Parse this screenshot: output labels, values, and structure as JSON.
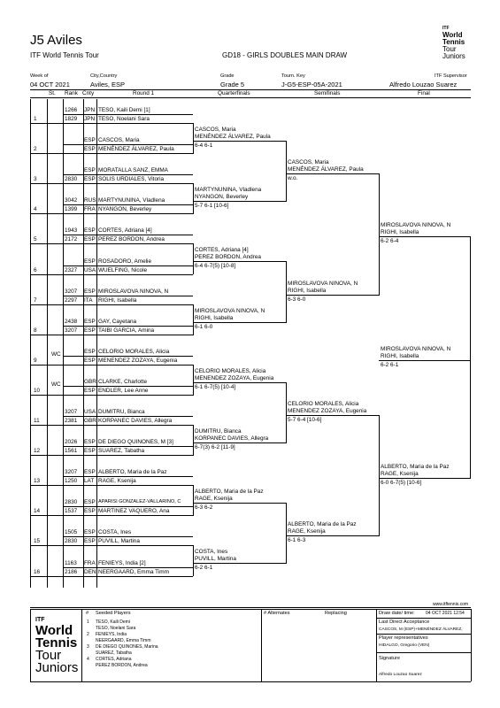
{
  "header": {
    "title": "J5 Aviles",
    "tour": "ITF World Tennis Tour",
    "event": "GD18 - GIRLS DOUBLES MAIN DRAW",
    "week_label": "Week of",
    "week": "04 OCT 2021",
    "city_label": "City,Country",
    "city": "Aviles, ESP",
    "grade_label": "Grade",
    "grade": "Grade 5",
    "key_label": "Tourn. Key",
    "key": "J-G5-ESP-05A-2021",
    "sup_label": "ITF Supervisor",
    "sup": "Alfredo Louzao Suarez"
  },
  "logo": {
    "itf": "ITF",
    "world": "World",
    "tennis": "Tennis",
    "tour": "Tour",
    "juniors": "Juniors"
  },
  "columns": {
    "st": "St.",
    "rank": "Rank",
    "cnty": "Cnty",
    "r1": "Round 1",
    "qf": "Quarterfinals",
    "sf": "Semifinals",
    "f": "Final"
  },
  "draw": [
    {
      "no": "1",
      "st": "",
      "p1": {
        "rank": "1266",
        "cnty": "JPN",
        "name": "TESO, Kaili Demi [1]"
      },
      "p2": {
        "rank": "1829",
        "cnty": "JPN",
        "name": "TESO, Noelani Sara"
      }
    },
    {
      "no": "2",
      "st": "",
      "p1": {
        "rank": "",
        "cnty": "ESP",
        "name": "CASCOS, Maria"
      },
      "p2": {
        "rank": "",
        "cnty": "ESP",
        "name": "MENÉNDEZ ÁLVAREZ, Paula"
      }
    },
    {
      "no": "3",
      "st": "",
      "p1": {
        "rank": "",
        "cnty": "ESP",
        "name": "MORATALLA SANZ, EMMA"
      },
      "p2": {
        "rank": "2830",
        "cnty": "ESP",
        "name": "SOLIS URDIALES, Vitoria"
      }
    },
    {
      "no": "4",
      "st": "",
      "p1": {
        "rank": "3042",
        "cnty": "RUS",
        "name": "MARTYNUNINA, Vladlena"
      },
      "p2": {
        "rank": "1399",
        "cnty": "FRA",
        "name": "NYANGON, Beverley"
      }
    },
    {
      "no": "5",
      "st": "",
      "p1": {
        "rank": "1943",
        "cnty": "ESP",
        "name": "CORTES, Adriana [4]"
      },
      "p2": {
        "rank": "2172",
        "cnty": "ESP",
        "name": "PEREZ BORDON, Andrea"
      }
    },
    {
      "no": "6",
      "st": "",
      "p1": {
        "rank": "",
        "cnty": "ESP",
        "name": "ROSADORO, Amelie"
      },
      "p2": {
        "rank": "2327",
        "cnty": "USA",
        "name": "WUELFING, Nicole"
      }
    },
    {
      "no": "7",
      "st": "",
      "p1": {
        "rank": "3207",
        "cnty": "ESP",
        "name": "MIROSLAVOVA NINOVA, N"
      },
      "p2": {
        "rank": "2297",
        "cnty": "ITA",
        "name": "RIGHI, Isabella"
      }
    },
    {
      "no": "8",
      "st": "",
      "p1": {
        "rank": "2438",
        "cnty": "ESP",
        "name": "GAY, Cayetana"
      },
      "p2": {
        "rank": "3207",
        "cnty": "ESP",
        "name": "TAIBI GARCIA, Amina"
      }
    },
    {
      "no": "9",
      "st": "WC",
      "p1": {
        "rank": "",
        "cnty": "ESP",
        "name": "CELORIO MORALES, Alicia"
      },
      "p2": {
        "rank": "",
        "cnty": "ESP",
        "name": "MENENDEZ ZOZAYA, Eugenia"
      }
    },
    {
      "no": "10",
      "st": "WC",
      "p1": {
        "rank": "",
        "cnty": "GBR",
        "name": "CLARKE, Charlotte"
      },
      "p2": {
        "rank": "",
        "cnty": "ESP",
        "name": "ENDLER, Lee Anne"
      }
    },
    {
      "no": "11",
      "st": "",
      "p1": {
        "rank": "3207",
        "cnty": "USA",
        "name": "DUMITRU, Bianca"
      },
      "p2": {
        "rank": "2381",
        "cnty": "GBR",
        "name": "KORPANEC DAVIES, Allegra"
      }
    },
    {
      "no": "12",
      "st": "",
      "p1": {
        "rank": "2026",
        "cnty": "ESP",
        "name": "DE DIEGO QUINONES, M [3]"
      },
      "p2": {
        "rank": "1561",
        "cnty": "ESP",
        "name": "SUAREZ, Tabatha"
      }
    },
    {
      "no": "13",
      "st": "",
      "p1": {
        "rank": "3207",
        "cnty": "ESP",
        "name": "ALBERTO, Maria de la Paz"
      },
      "p2": {
        "rank": "1250",
        "cnty": "LAT",
        "name": "RAGE, Ksenija"
      }
    },
    {
      "no": "14",
      "st": "",
      "p1": {
        "rank": "2830",
        "cnty": "ESP",
        "name": "APARISI GONZALEZ-VALLARINO, C"
      },
      "p2": {
        "rank": "1537",
        "cnty": "ESP",
        "name": "MARTINEZ VAQUERO, Ana"
      }
    },
    {
      "no": "15",
      "st": "",
      "p1": {
        "rank": "1505",
        "cnty": "ESP",
        "name": "COSTA, Ines"
      },
      "p2": {
        "rank": "2830",
        "cnty": "ESP",
        "name": "PUVILL, Martina"
      }
    },
    {
      "no": "16",
      "st": "",
      "p1": {
        "rank": "1163",
        "cnty": "FRA",
        "name": "FENIEYS, India [2]"
      },
      "p2": {
        "rank": "2186",
        "cnty": "DEN",
        "name": "NEERGAARD, Emma Timm"
      }
    }
  ],
  "qf": [
    {
      "n1": "CASCOS, Maria",
      "n2": "MENÉNDEZ ÁLVAREZ, Paula",
      "score": "6-4 6-1"
    },
    {
      "n1": "MARTYNUNINA, Vladlena",
      "n2": "NYANGON, Beverley",
      "score": "5-7 6-1 [10-6]"
    },
    {
      "n1": "CORTES, Adriana [4]",
      "n2": "PEREZ BORDON, Andrea",
      "score": "6-4 6-7(5) [10-8]"
    },
    {
      "n1": "MIROSLAVOVA NINOVA, N",
      "n2": "RIGHI, Isabella",
      "score": "6-1 6-0"
    },
    {
      "n1": "CELORIO MORALES, Alicia",
      "n2": "MENENDEZ ZOZAYA, Eugenia",
      "score": "6-1 6-7(5) [10-4]"
    },
    {
      "n1": "DUMITRU, Bianca",
      "n2": "KORPANEC DAVIES, Allegra",
      "score": "6-7(3) 6-2 [11-9]"
    },
    {
      "n1": "ALBERTO, Maria de la Paz",
      "n2": "RAGE, Ksenija",
      "score": "6-3 6-2"
    },
    {
      "n1": "COSTA, Ines",
      "n2": "PUVILL, Martina",
      "score": "6-2 6-1"
    }
  ],
  "sf": [
    {
      "n1": "CASCOS, Maria",
      "n2": "MENÉNDEZ ÁLVAREZ, Paula",
      "score": "w.o."
    },
    {
      "n1": "MIROSLAVOVA NINOVA, N",
      "n2": "RIGHI, Isabella",
      "score": "6-3 6-0"
    },
    {
      "n1": "CELORIO MORALES, Alicia",
      "n2": "MENENDEZ ZOZAYA, Eugenia",
      "score": "5-7 6-4 [10-6]"
    },
    {
      "n1": "ALBERTO, Maria de la Paz",
      "n2": "RAGE, Ksenija",
      "score": "6-1 6-3"
    }
  ],
  "final": [
    {
      "n1": "MIROSLAVOVA NINOVA, N",
      "n2": "RIGHI, Isabella",
      "score": "6-2 6-4"
    },
    {
      "n1": "ALBERTO, Maria de la Paz",
      "n2": "RAGE, Ksenija",
      "score": "6-0 6-7(5) [10-6]"
    }
  ],
  "winner": {
    "n1": "MIROSLAVOVA NINOVA, N",
    "n2": "RIGHI, Isabella",
    "score": "6-2 6-1"
  },
  "footer": {
    "url": "www.itftennis.com",
    "seeded_hdr_no": "#",
    "seeded_hdr": "Seeded Players",
    "seeds": [
      {
        "no": "1",
        "a": "TESO, Kaili Demi",
        "b": "TESO, Noelani Sara"
      },
      {
        "no": "2",
        "a": "FENIEYS, India",
        "b": "NEERGAARD, Emma Timm"
      },
      {
        "no": "3",
        "a": "DE DIEGO QUINONES, Marina",
        "b": "SUAREZ, Tabatha"
      },
      {
        "no": "4",
        "a": "CORTES, Adriana",
        "b": "PEREZ BORDON, Andrea"
      }
    ],
    "alt_hdr": "# Alternates",
    "replacing": "Replacing",
    "drawdate_label": "Draw date/ time:",
    "drawdate": "04 OCT 2021 12:54",
    "lda_label": "Last Direct Acceptance",
    "lda": "CASCOS, M (ESP)+MENÉNDEZ ÁLVAREZ,",
    "prep_label": "Player representatives",
    "prep": "HIDALGO, Gregorio (VEN)",
    "sig_label": "Signature",
    "sig": "Alfredo Louzao Suarez"
  }
}
